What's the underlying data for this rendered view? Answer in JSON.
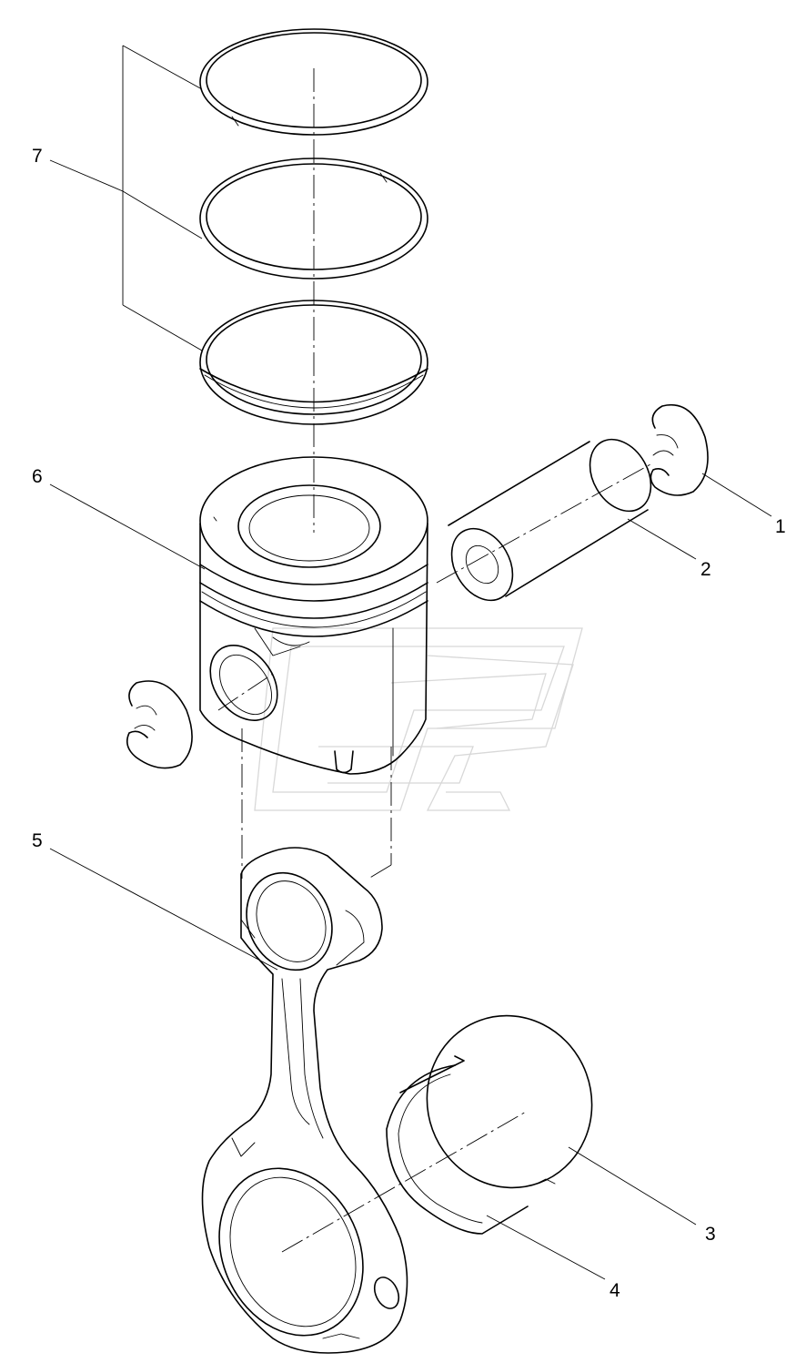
{
  "callouts": [
    {
      "id": "1",
      "label": "1"
    },
    {
      "id": "2",
      "label": "2"
    },
    {
      "id": "3",
      "label": "3"
    },
    {
      "id": "4",
      "label": "4"
    },
    {
      "id": "5",
      "label": "5"
    },
    {
      "id": "6",
      "label": "6"
    },
    {
      "id": "7",
      "label": "7"
    }
  ],
  "colors": {
    "line": "#000000",
    "background": "#ffffff",
    "watermark": "#d8d8d8"
  }
}
